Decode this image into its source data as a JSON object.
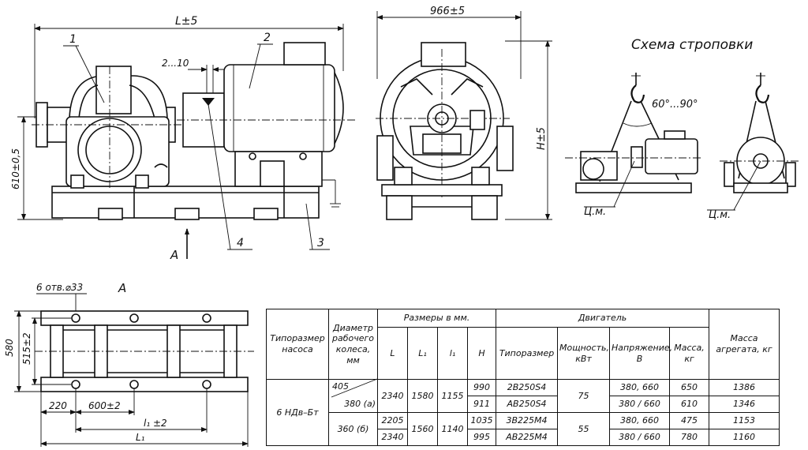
{
  "main_view": {
    "dim_length": "L±5",
    "dim_height": "610±0,5",
    "dim_gap": "2...10",
    "view_arrow": "А",
    "callouts": [
      "1",
      "2",
      "3",
      "4"
    ]
  },
  "side_view": {
    "dim_width": "966±5",
    "dim_height": "H±5"
  },
  "sling_scheme": {
    "title": "Схема строповки",
    "angle": "60°...90°",
    "cg_left": "Ц.м.",
    "cg_right": "Ц.м."
  },
  "base_view": {
    "title": "А",
    "holes": "6 отв.⌀33",
    "dim_580": "580",
    "dim_515": "515±2",
    "dim_220": "220",
    "dim_600": "600±2",
    "dim_l1": "l₁ ±2",
    "dim_L1": "L₁"
  },
  "table": {
    "header_top": {
      "pump_type": "Типоразмер насоса",
      "impeller_diameter": "Диаметр рабочего колеса, мм",
      "sizes": "Размеры в мм.",
      "motor": "Двигатель",
      "unit_mass": "Масса агрегата, кг"
    },
    "header_sub": {
      "L": "L",
      "L1": "L₁",
      "l1": "l₁",
      "H": "H",
      "motor_type": "Типоразмер",
      "power": "Мощность, кВт",
      "voltage": "Напряжение, В",
      "mass": "Масса, кг"
    },
    "pump": "6 НДв–Бт",
    "d1a": "405",
    "d1b": "380 (а)",
    "d2": "360 (б)",
    "rows": [
      {
        "L": "2340",
        "L1": "1580",
        "l1": "1155",
        "H": "990",
        "motor": "2В250S4",
        "power": "75",
        "voltage": "380, 660",
        "mass": "650",
        "unit_mass": "1386"
      },
      {
        "L": "",
        "L1": "",
        "l1": "",
        "H": "911",
        "motor": "АВ250S4",
        "power": "",
        "voltage": "380 / 660",
        "mass": "610",
        "unit_mass": "1346"
      },
      {
        "L": "2205",
        "L1": "1560",
        "l1": "1140",
        "H": "1035",
        "motor": "3В225М4",
        "power": "55",
        "voltage": "380, 660",
        "mass": "475",
        "unit_mass": "1153"
      },
      {
        "L": "2340",
        "L1": "",
        "l1": "",
        "H": "995",
        "motor": "АВ225М4",
        "power": "",
        "voltage": "380 / 660",
        "mass": "780",
        "unit_mass": "1160"
      }
    ]
  }
}
